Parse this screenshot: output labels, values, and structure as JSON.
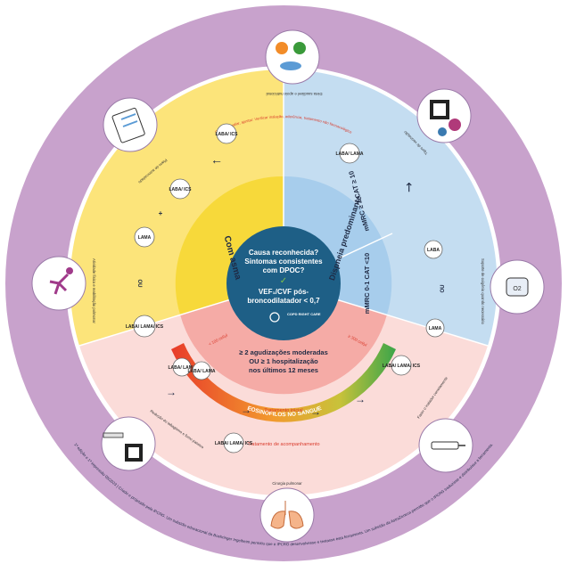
{
  "center": {
    "line1": "Causa reconhecida?",
    "line2": "Sintomas consistentes",
    "line3": "com DPOC?",
    "line4": "VEF₁/CVF pós-",
    "line5": "broncodilatador < 0,7",
    "logo": "COPD RIGHT CARE"
  },
  "quadrants": {
    "asthma": "Com asma",
    "dyspnea_title": "Dispneia predominante",
    "high_risk": "mMRC ≥ 2 CAT ≥ 10",
    "low_risk": "mMRC 0-1 CAT <10",
    "exacerbation": [
      "≥ 2 agudizações moderadas",
      "OU ≥ 1 hospitalização",
      "nos últimos 12 meses"
    ],
    "eos": "EOSINÓFILOS NO SANGUE",
    "initial": "Tratamento inicial",
    "follow": "Tratamento de acompanhamento",
    "eos_low": "< 100 cel/µl",
    "eos_high": "≥ 300 cel/µl"
  },
  "pills": [
    "LABA/ ICS",
    "LABA/ ICS",
    "LAMA",
    "LABA/ LAMA/ ICS",
    "LABA/ LAMA",
    "LABA",
    "LAMA",
    "LABA/ LAMA",
    "LABA/ LAMA",
    "LABA/ LAMA/ ICS",
    "LABA/ LAMA/ ICS"
  ],
  "or_label": "OU",
  "plus": "+",
  "outer": {
    "diet": "Dieta saudável e apoio nutricional",
    "vaccines": "Tipos de vacinação",
    "oxygen": "Suporte de oxigênio quando necessário",
    "inhaler": "Fazer o inalador corretamente",
    "surgery": "Cirurgia pulmonar",
    "smoking": "Redução do tabagismo e fumo passivo",
    "activity": "Atividade física e reabilitação pulmonar",
    "plan": "Plano de autocuidado"
  },
  "bottom_text": "1ª edição e 1ª impressão 05/2023 | Criado e projetado pela IPCRG. Um subsídio educacional da Boehringer Ingelheim permitiu que o IPCRG desenvolvesse e testasse esta ferramenta. Um subsídio da AstraZeneca permitiu que o IPCRG traduzisse e distribuísse a ferramenta.",
  "top_arc_text": "Revisar, avaliar, ajustar: Verificar inalação, aderência, tratamento não farmacológico",
  "colors": {
    "outer_ring": "#c8a2cc",
    "yellow": "#fce47a",
    "yellow_dark": "#f7d93a",
    "blue": "#c4ddf1",
    "blue_dark": "#a7cdec",
    "pink": "#f9cbc8",
    "pink_dark": "#f5aba6",
    "center": "#1e5f86"
  }
}
